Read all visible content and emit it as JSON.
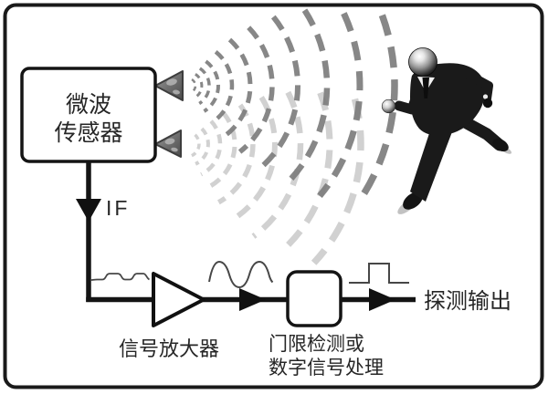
{
  "figure": {
    "title": "microwave motion sensor block diagram",
    "sensor_box": {
      "line1": "微波",
      "line2": "传感器"
    },
    "if_label": "IF",
    "amplifier_label": "信号放大器",
    "processor_label": {
      "line1": "门限检测或",
      "line2": "数字信号处理"
    },
    "output_label": "探测输出"
  },
  "colors": {
    "line": "#141414",
    "text": "#262626",
    "arrow": "#111111",
    "wave_front": "#7d7d7d",
    "wave_back": "#c9c9c9",
    "antenna_stroke": "#3d3d3d",
    "waveform": "#474747",
    "background": "#ffffff"
  },
  "icons": {
    "antenna": "antenna-triangle-icon",
    "waves": "radar-wave-arcs-icon",
    "person": "running-person-icon",
    "amplifier": "amplifier-triangle-icon",
    "processor_block": "processor-box-icon",
    "if_arrow": "down-arrow-icon",
    "signal_arrow": "right-arrow-icon"
  }
}
